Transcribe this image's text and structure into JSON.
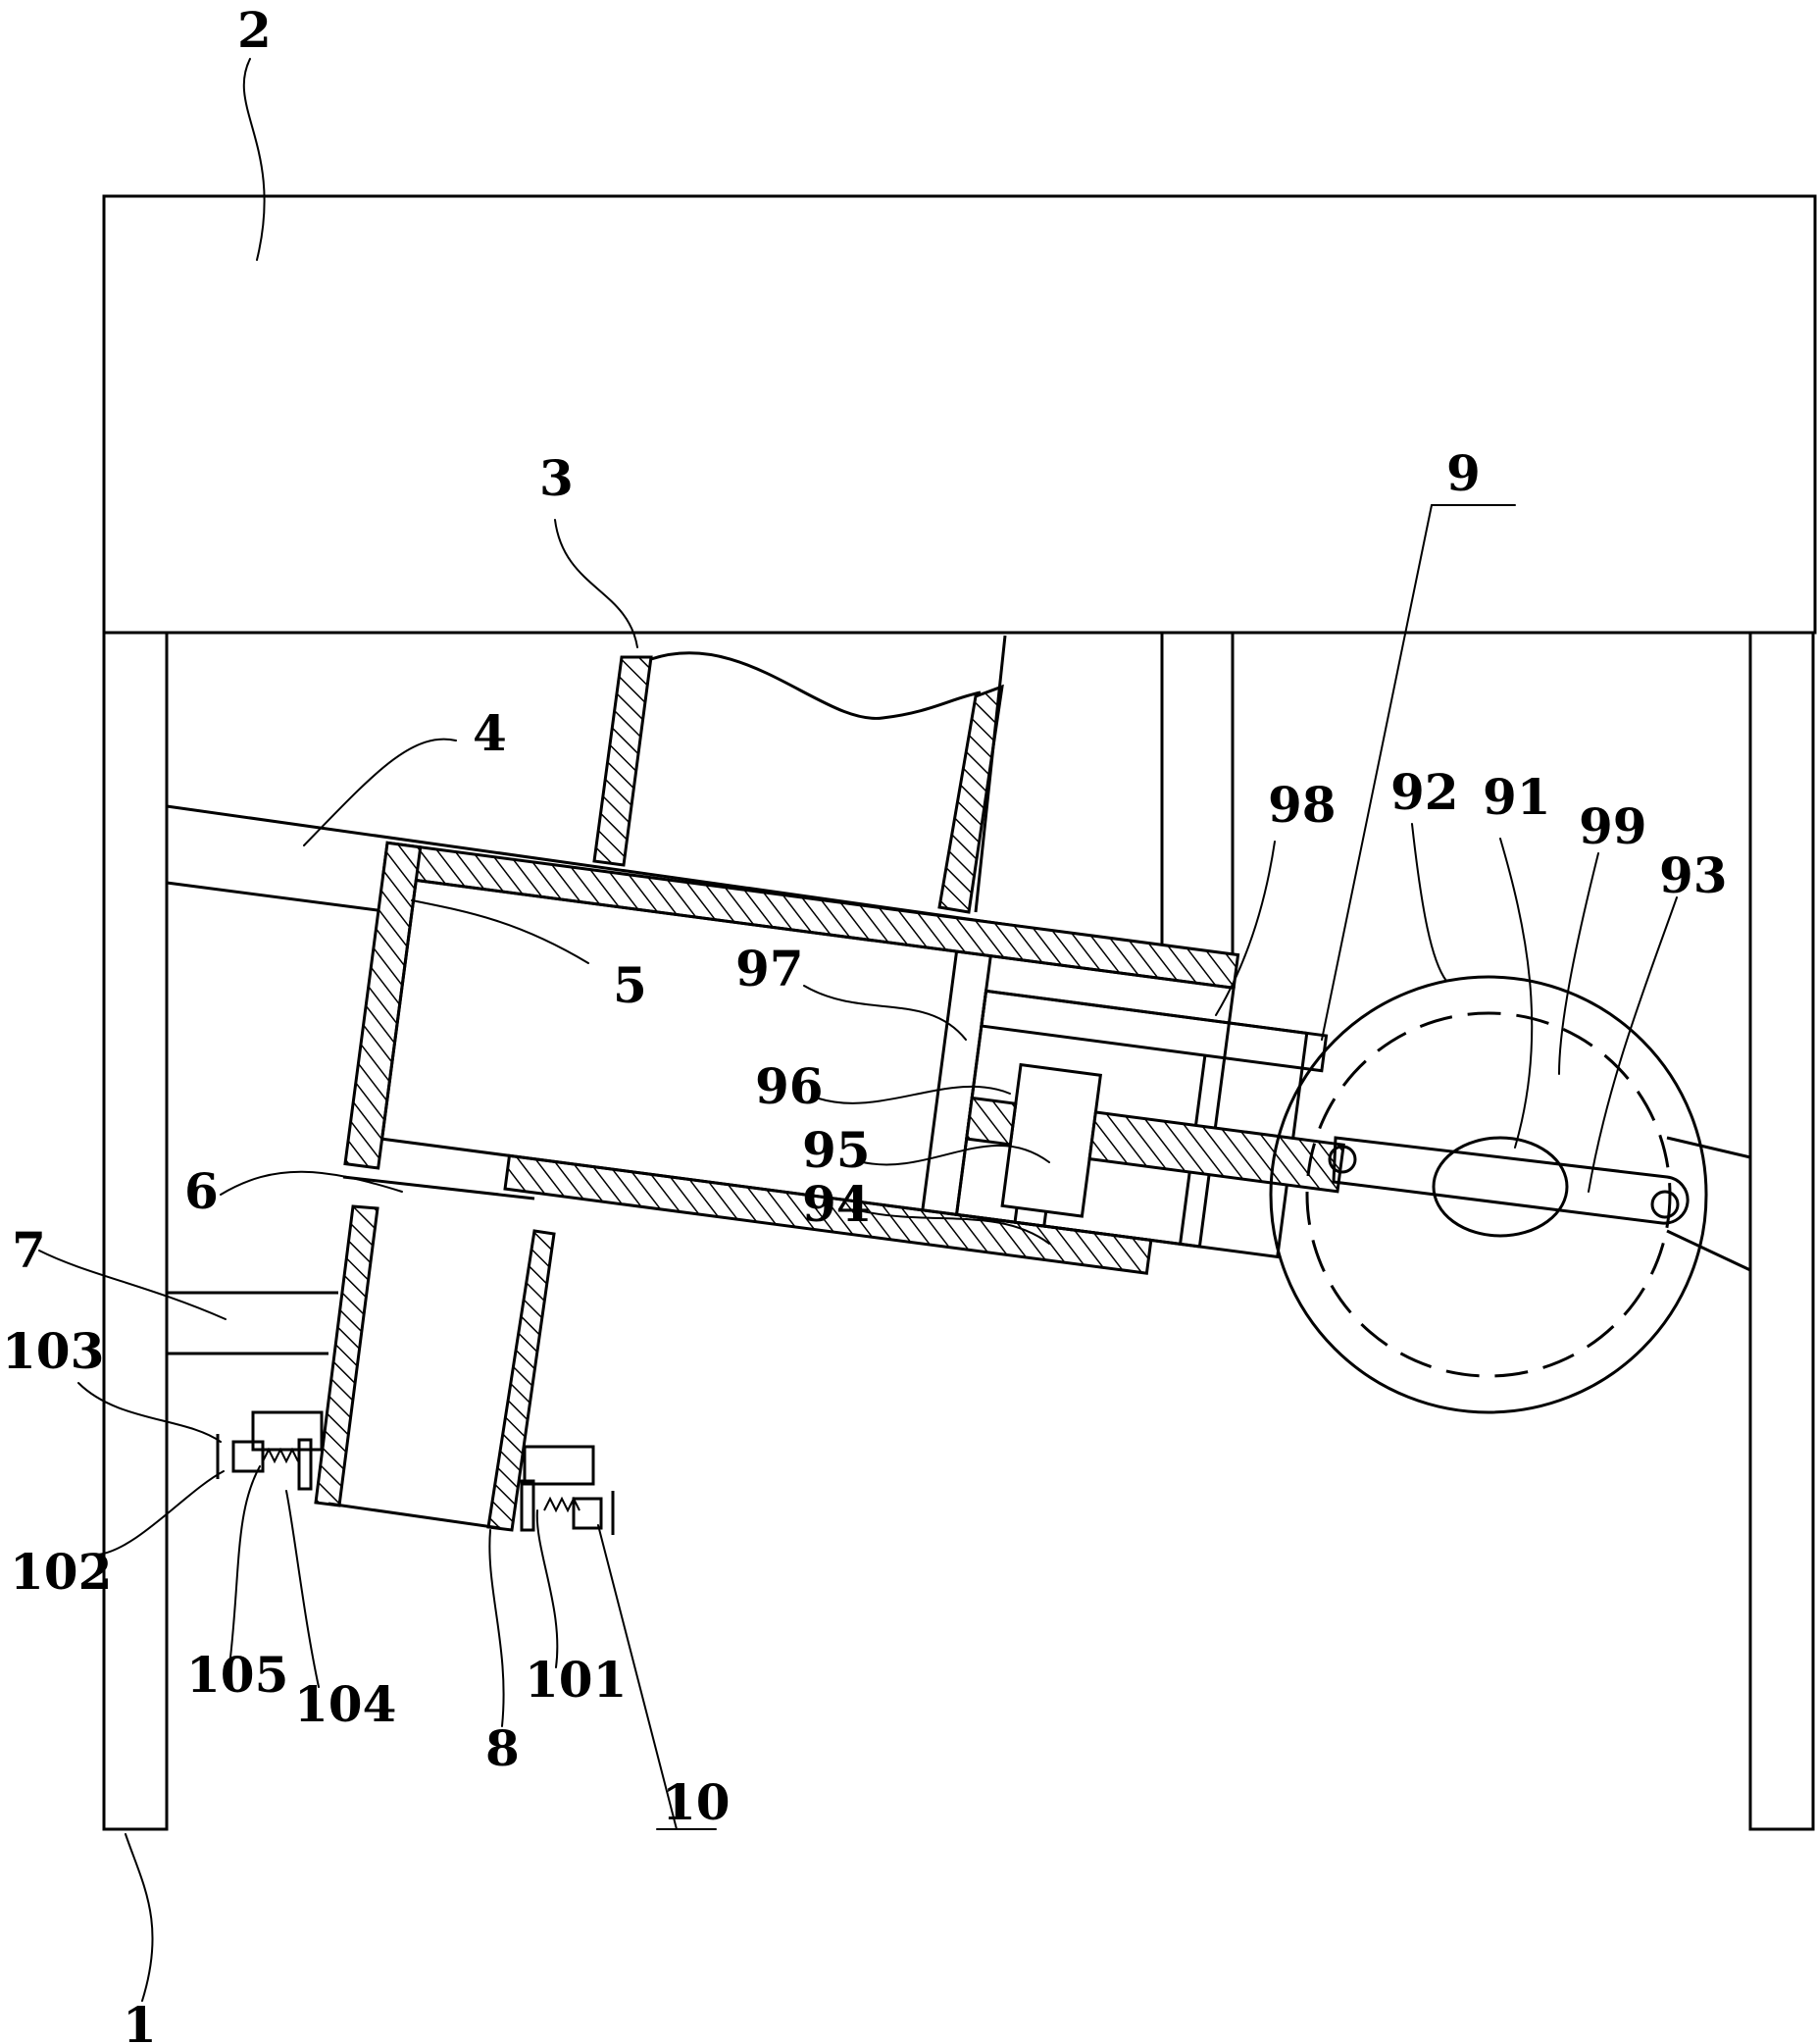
{
  "labels": {
    "l1": "1",
    "l2": "2",
    "l3": "3",
    "l4": "4",
    "l5": "5",
    "l6": "6",
    "l7": "7",
    "l8": "8",
    "l9": "9",
    "l10": "10",
    "l91": "91",
    "l92": "92",
    "l93": "93",
    "l94": "94",
    "l95": "95",
    "l96": "96",
    "l97": "97",
    "l98": "98",
    "l99": "99",
    "l101": "101",
    "l102": "102",
    "l103": "103",
    "l104": "104",
    "l105": "105"
  }
}
